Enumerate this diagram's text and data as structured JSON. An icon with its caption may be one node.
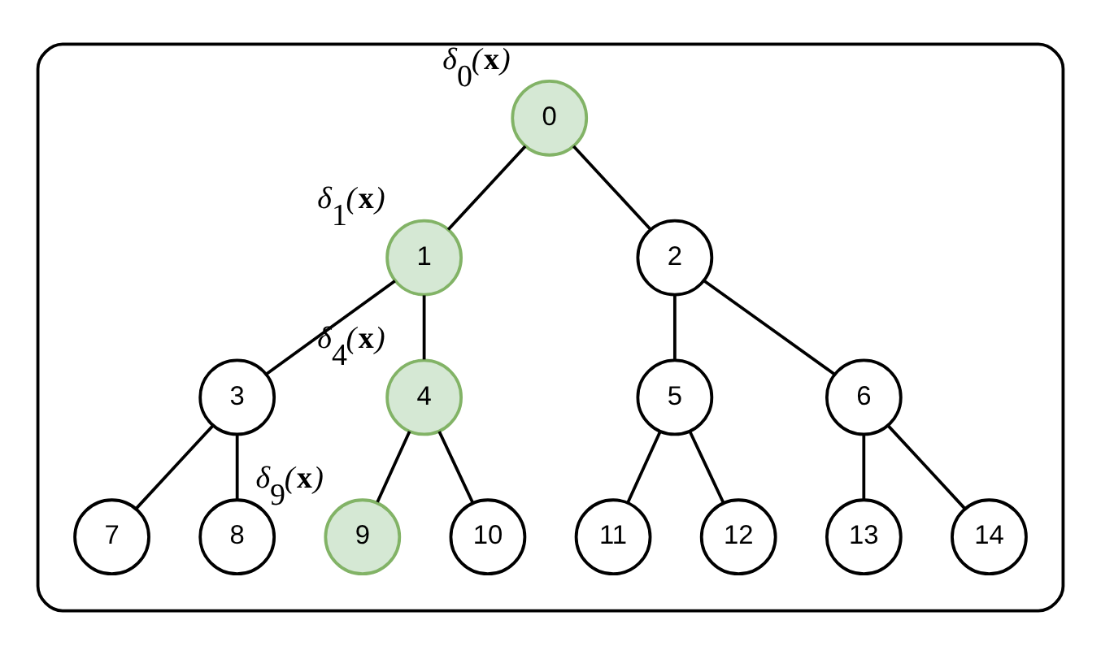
{
  "diagram": {
    "nodes": [
      {
        "text": [],
        "shape": "box"
      },
      {
        "text": [
          "0"
        ],
        "beside": [
          "δ$_{0}$(**x**)"
        ],
        "in": 0
      },
      {
        "text": [
          "1"
        ],
        "beside": [
          "δ$_{1}$(**x**)"
        ],
        "in": 0
      },
      {
        "text": [
          "2"
        ],
        "in": 0
      },
      {
        "text": [
          "3"
        ],
        "in": 0
      },
      {
        "text": [
          "4"
        ],
        "beside": [
          "δ$_{4}$(**x**)"
        ],
        "in": 0
      },
      {
        "text": [
          "5"
        ],
        "in": 0
      },
      {
        "text": [
          "6"
        ],
        "in": 0
      },
      {
        "text": [
          "7"
        ],
        "in": 0
      },
      {
        "text": [
          "8"
        ],
        "in": 0
      },
      {
        "text": [
          "9"
        ],
        "beside": [
          "δ$_{9}$(**x**)"
        ],
        "in": 0
      },
      {
        "text": [
          "10"
        ],
        "in": 0
      },
      {
        "text": [
          "11"
        ],
        "in": 0
      },
      {
        "text": [
          "12"
        ],
        "in": 0
      },
      {
        "text": [
          "13"
        ],
        "in": 0
      },
      {
        "text": [
          "14"
        ],
        "in": 0
      }
    ],
    "edges": [
      {
        "from": 1,
        "to": 2,
        "arrow": "none"
      },
      {
        "from": 1,
        "to": 3,
        "arrow": "none"
      },
      {
        "from": 2,
        "to": 4,
        "arrow": "none"
      },
      {
        "from": 2,
        "to": 5,
        "arrow": "none"
      },
      {
        "from": 3,
        "to": 6,
        "arrow": "none"
      },
      {
        "from": 3,
        "to": 7,
        "arrow": "none"
      },
      {
        "from": 4,
        "to": 8,
        "arrow": "none"
      },
      {
        "from": 4,
        "to": 9,
        "arrow": "none"
      },
      {
        "from": 5,
        "to": 10,
        "arrow": "none"
      },
      {
        "from": 5,
        "to": 11,
        "arrow": "none"
      },
      {
        "from": 6,
        "to": 12,
        "arrow": "none"
      },
      {
        "from": 6,
        "to": 13,
        "arrow": "none"
      },
      {
        "from": 7,
        "to": 14,
        "arrow": "none"
      },
      {
        "from": 7,
        "to": 15,
        "arrow": "none"
      }
    ]
  }
}
